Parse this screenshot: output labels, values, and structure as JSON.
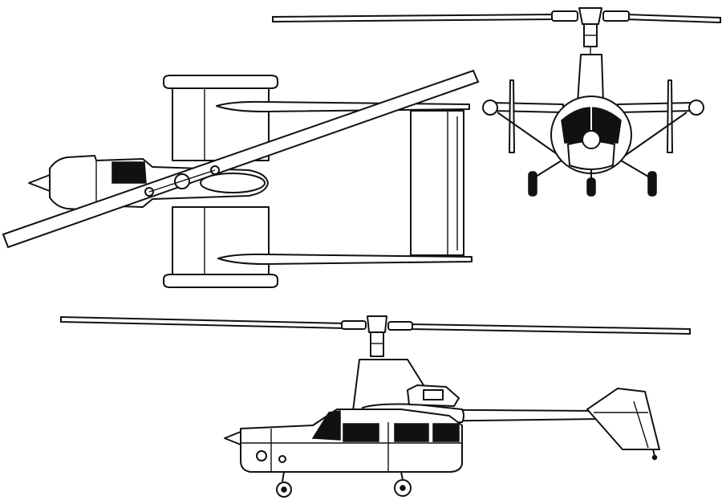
{
  "drawing": {
    "type": "three-view line drawing",
    "subject": "autogyro",
    "views": [
      "plan",
      "front",
      "side"
    ],
    "colors": {
      "line": "#111111",
      "background": "#ffffff"
    }
  }
}
